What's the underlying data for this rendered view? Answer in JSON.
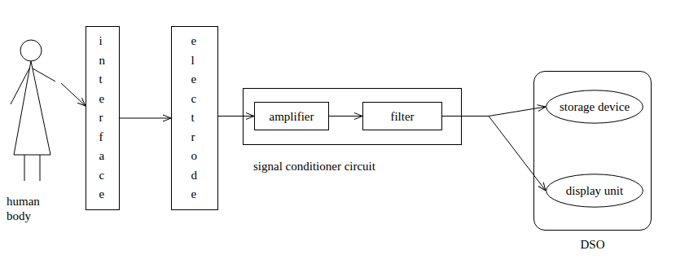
{
  "diagram": {
    "nodes": [
      {
        "text": [
          "human body"
        ]
      },
      {
        "text": [
          "interface"
        ]
      },
      {
        "text": [
          "electrode"
        ]
      },
      {
        "text": [
          "signal conditioner circuit"
        ]
      },
      {
        "text": [
          "amplifier"
        ],
        "in": 3
      },
      {
        "text": [
          "filter"
        ],
        "in": 3
      },
      {
        "text": [
          "DSO"
        ]
      },
      {
        "text": [
          "storage device"
        ],
        "in": 6
      },
      {
        "text": [
          "display unit"
        ],
        "in": 6
      }
    ],
    "edges": [
      {
        "from": 0,
        "to": 1,
        "arrow": "to"
      },
      {
        "from": 1,
        "to": 2,
        "arrow": "to"
      },
      {
        "from": 2,
        "to": 4,
        "arrow": "to"
      },
      {
        "from": 4,
        "to": 5,
        "arrow": "to"
      },
      {
        "from": 5,
        "to": 7,
        "arrow": "to"
      },
      {
        "from": 5,
        "to": 8,
        "arrow": "to"
      }
    ]
  }
}
